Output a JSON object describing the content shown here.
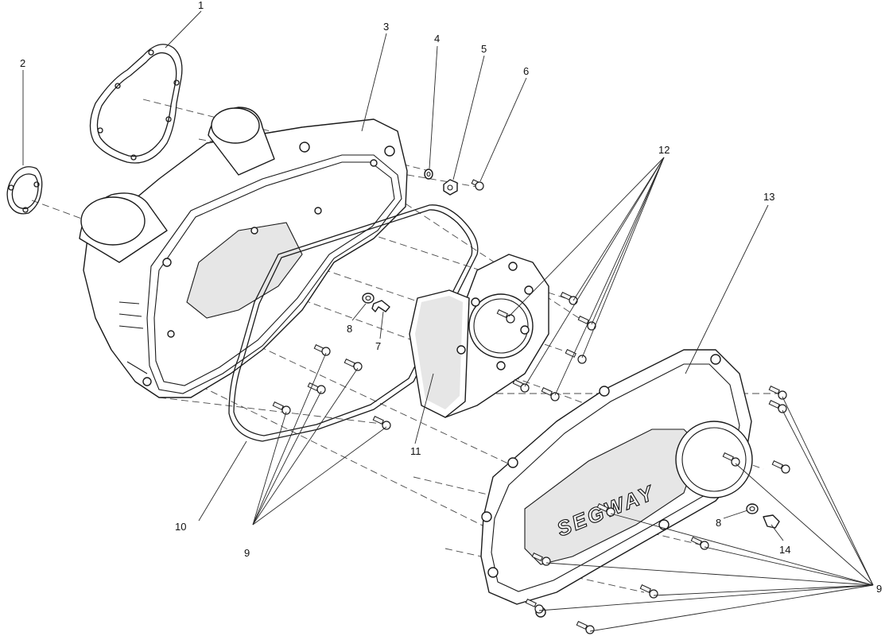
{
  "diagram": {
    "callouts": [
      {
        "id": "1",
        "label": "1"
      },
      {
        "id": "2",
        "label": "2"
      },
      {
        "id": "3",
        "label": "3"
      },
      {
        "id": "4",
        "label": "4"
      },
      {
        "id": "5",
        "label": "5"
      },
      {
        "id": "6",
        "label": "6"
      },
      {
        "id": "7",
        "label": "7"
      },
      {
        "id": "8a",
        "label": "8"
      },
      {
        "id": "8b",
        "label": "8"
      },
      {
        "id": "9a",
        "label": "9"
      },
      {
        "id": "9b",
        "label": "9"
      },
      {
        "id": "10",
        "label": "10"
      },
      {
        "id": "11",
        "label": "11"
      },
      {
        "id": "12",
        "label": "12"
      },
      {
        "id": "13",
        "label": "13"
      },
      {
        "id": "14",
        "label": "14"
      }
    ],
    "brand_text": "SEGWAY"
  }
}
